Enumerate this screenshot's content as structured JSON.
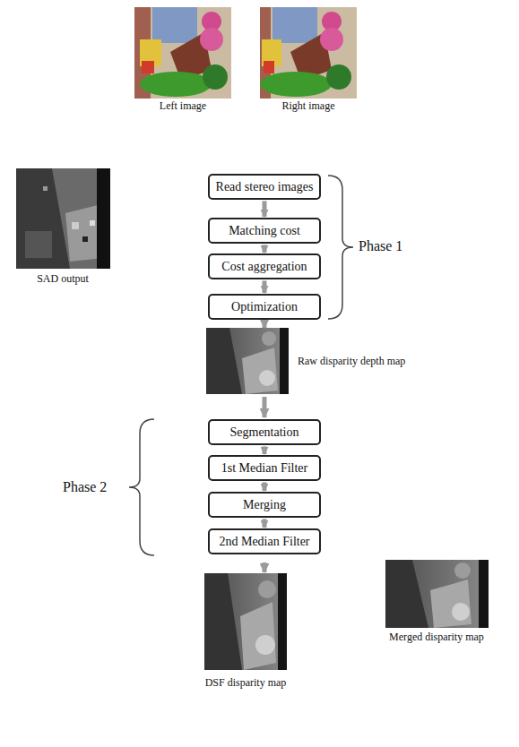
{
  "diagram": {
    "nodes": [
      {
        "text": [
          "Read stereo images"
        ]
      },
      {
        "text": [
          "Matching cost"
        ]
      },
      {
        "text": [
          "Cost aggregation"
        ]
      },
      {
        "text": [
          "Optimization"
        ]
      },
      {
        "text": [
          "Segmentation"
        ]
      },
      {
        "text": [
          "1st Median Filter"
        ]
      },
      {
        "text": [
          "Merging"
        ]
      },
      {
        "text": [
          "2nd Median Filter"
        ]
      }
    ],
    "edges": [
      {
        "from": 0,
        "to": 1,
        "arrow": "to"
      },
      {
        "from": 1,
        "to": 2,
        "arrow": "to"
      },
      {
        "from": 2,
        "to": 3,
        "arrow": "to"
      },
      {
        "from": 4,
        "to": 5,
        "arrow": "to"
      },
      {
        "from": 5,
        "to": 6,
        "arrow": "to"
      },
      {
        "from": 6,
        "to": 7,
        "arrow": "to"
      }
    ],
    "labels": [
      "Left image",
      "Right image",
      "SAD output",
      "Phase 1",
      "Raw disparity depth map",
      "Phase 2",
      "Merged disparity map",
      "DSF disparity map"
    ]
  }
}
